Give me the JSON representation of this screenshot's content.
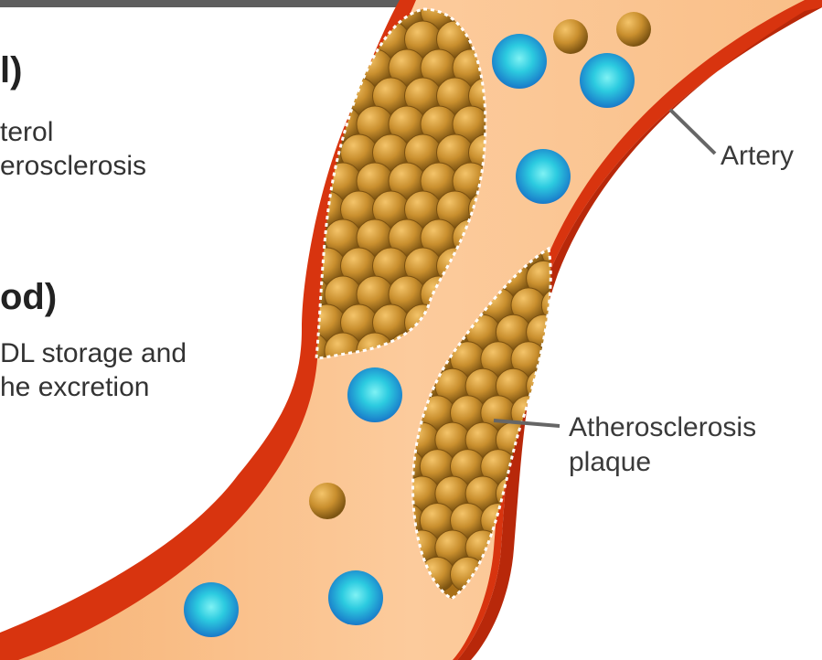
{
  "left_text": {
    "fragment_1_heading": "l)",
    "fragment_1_line_1": "terol",
    "fragment_1_line_2": "erosclerosis",
    "fragment_2_heading": "od)",
    "fragment_2_line_1": "DL storage and",
    "fragment_2_line_2": "he excretion"
  },
  "labels": {
    "artery": "Artery",
    "plaque_line_1": "Atherosclerosis",
    "plaque_line_2": "plaque"
  },
  "colors": {
    "top_bar": "#5e5e5e",
    "artery_wall": "#d8340f",
    "artery_wall_dark": "#b8280a",
    "lumen": "#fbc999",
    "plaque_fill": "#b07a20",
    "cholesterol_ball": "#c98f2e",
    "blood_cell_blue": "#2fb4dc",
    "leader_line": "#666666"
  },
  "icons": {
    "cholesterol_particle": "cholesterol-particle-icon",
    "blood_cell": "blood-cell-icon"
  }
}
